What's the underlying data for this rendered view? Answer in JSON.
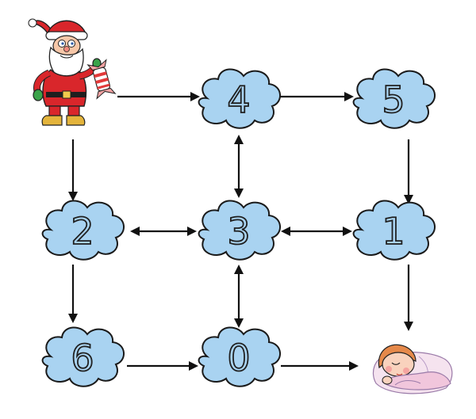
{
  "start": {
    "icon": "santa-claus-icon"
  },
  "goal": {
    "icon": "sleeping-child-icon"
  },
  "clouds": [
    {
      "id": "c4",
      "label": "4"
    },
    {
      "id": "c5",
      "label": "5"
    },
    {
      "id": "c2",
      "label": "2"
    },
    {
      "id": "c3",
      "label": "3"
    },
    {
      "id": "c1",
      "label": "1"
    },
    {
      "id": "c6",
      "label": "6"
    },
    {
      "id": "c0",
      "label": "0"
    }
  ],
  "arrows": [
    {
      "from": "start",
      "to": "c4",
      "bidirectional": false
    },
    {
      "from": "c4",
      "to": "c5",
      "bidirectional": false
    },
    {
      "from": "start",
      "to": "c2",
      "bidirectional": false
    },
    {
      "from": "c4",
      "to": "c3",
      "bidirectional": true
    },
    {
      "from": "c5",
      "to": "c1",
      "bidirectional": false
    },
    {
      "from": "c2",
      "to": "c3",
      "bidirectional": true
    },
    {
      "from": "c3",
      "to": "c1",
      "bidirectional": true
    },
    {
      "from": "c2",
      "to": "c6",
      "bidirectional": false
    },
    {
      "from": "c3",
      "to": "c0",
      "bidirectional": true
    },
    {
      "from": "c1",
      "to": "goal",
      "bidirectional": false
    },
    {
      "from": "c6",
      "to": "c0",
      "bidirectional": false
    },
    {
      "from": "c0",
      "to": "goal",
      "bidirectional": false
    }
  ],
  "colors": {
    "cloud": "#a9d3f1",
    "ink": "#111111"
  }
}
